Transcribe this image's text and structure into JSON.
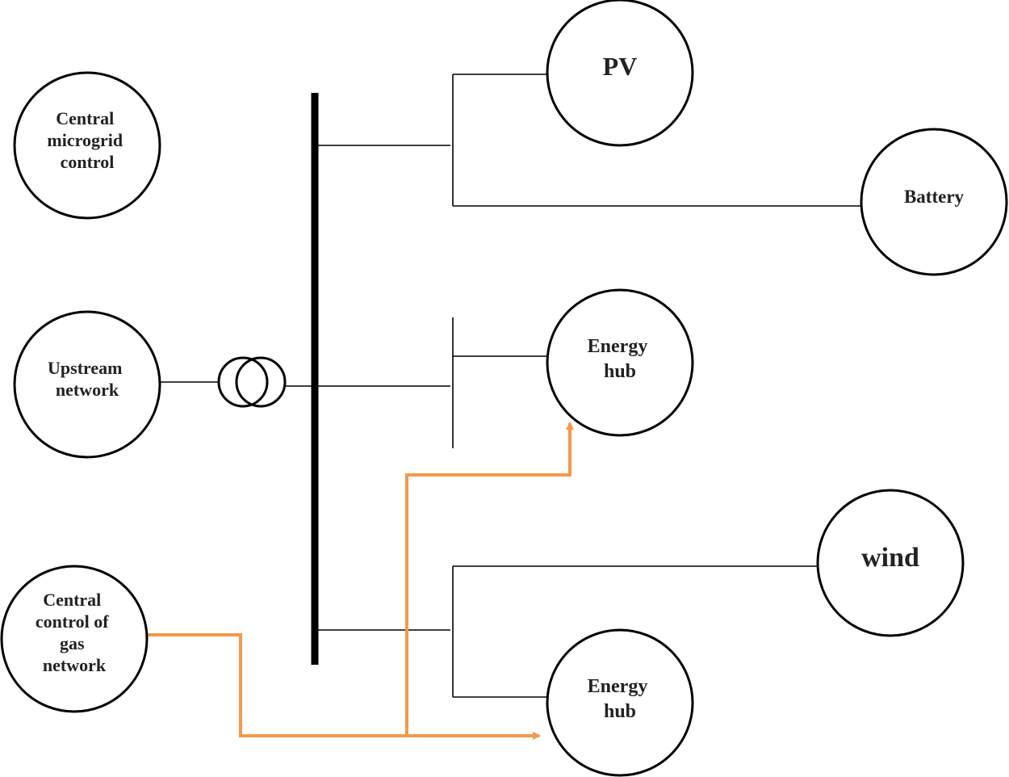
{
  "nodes": {
    "central_microgrid_control": {
      "lines": [
        "Central",
        "microgrid",
        "control"
      ]
    },
    "upstream_network": {
      "lines": [
        "Upstream",
        "network"
      ]
    },
    "central_control_gas": {
      "lines": [
        "Central",
        "control of",
        "gas",
        "network"
      ]
    },
    "pv": {
      "lines": [
        "PV"
      ]
    },
    "battery": {
      "lines": [
        "Battery"
      ]
    },
    "energy_hub_1": {
      "lines": [
        "Energy",
        "hub"
      ]
    },
    "wind": {
      "lines": [
        "wind"
      ]
    },
    "energy_hub_2": {
      "lines": [
        "Energy",
        "hub"
      ]
    }
  },
  "colors": {
    "line": "#000000",
    "gas_flow": "#f5994a",
    "text": "#222222"
  }
}
